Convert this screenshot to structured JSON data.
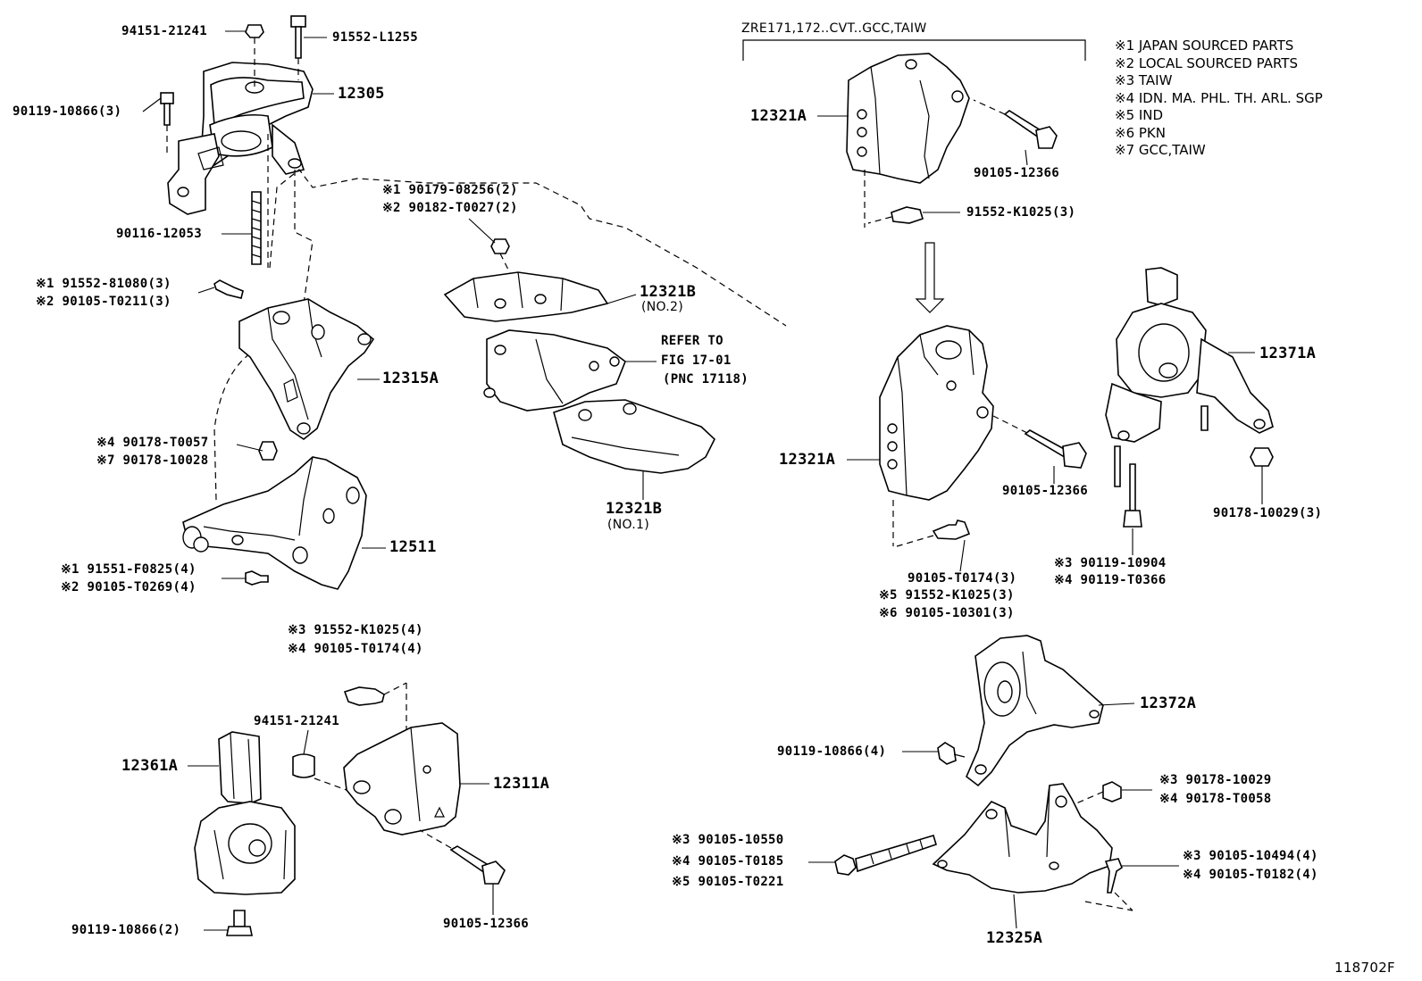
{
  "header": {
    "applicability": "ZRE171,172..CVT..GCC,TAIW"
  },
  "notes": [
    "※1 JAPAN SOURCED PARTS",
    "※2 LOCAL SOURCED PARTS",
    "※3 TAIW",
    "※4 IDN. MA. PHL. TH. ARL. SGP",
    "※5 IND",
    "※6 PKN",
    "※7 GCC,TAIW"
  ],
  "labels": {
    "l01": "94151-21241",
    "l02": "91552-L1255",
    "l03": "12305",
    "l04": "90119-10866(3)",
    "l05": "90116-12053",
    "l06a": "※1 91552-81080(3)",
    "l06b": "※2 90105-T0211(3)",
    "l07": "12315A",
    "l08a": "※4  90178-T0057",
    "l08b": "※7  90178-10028",
    "l09": "12511",
    "l10a": "※1 91551-F0825(4)",
    "l10b": "※2 90105-T0269(4)",
    "l11a": "※1 90179-08256(2)",
    "l11b": "※2 90182-T0027(2)",
    "l12": "12321B",
    "l12s": "(NO.2)",
    "l13a": "REFER TO",
    "l13b": "FIG 17-01",
    "l13c": "(PNC 17118)",
    "l14": "12321B",
    "l14s": "(NO.1)",
    "l15a": "※3  91552-K1025(4)",
    "l15b": "※4  90105-T0174(4)",
    "l16": "94151-21241",
    "l17": "12361A",
    "l18": "12311A",
    "l19": "90119-10866(2)",
    "l20": "90105-12366",
    "l21": "12321A",
    "l22": "90105-12366",
    "l23": "91552-K1025(3)",
    "l24": "12321A",
    "l25": "90105-12366",
    "l26a": "90105-T0174(3)",
    "l26b": "※5 91552-K1025(3)",
    "l26c": "※6 90105-10301(3)",
    "l27": "12371A",
    "l28": "90178-10029(3)",
    "l29a": "※3  90119-10904",
    "l29b": "※4  90119-T0366",
    "l30": "12372A",
    "l31": "90119-10866(4)",
    "l32a": "※3  90178-10029",
    "l32b": "※4  90178-T0058",
    "l33a": "※3 90105-10550",
    "l33b": "※4 90105-T0185",
    "l33c": "※5 90105-T0221",
    "l34a": "※3  90105-10494(4)",
    "l34b": "※4  90105-T0182(4)",
    "l35": "12325A"
  },
  "footer": {
    "figure_id": "118702F"
  }
}
